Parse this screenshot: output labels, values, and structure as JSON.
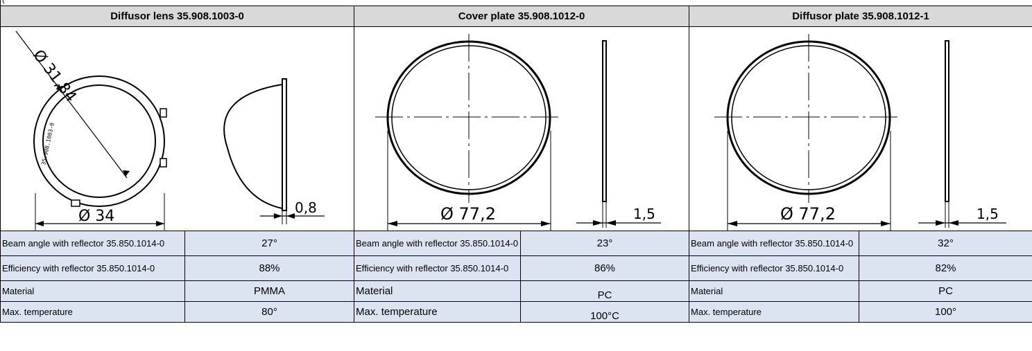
{
  "top_note": "(",
  "products": [
    {
      "title": "Diffusor lens 35.908.1003-0",
      "drawing": {
        "diameter_top": "Ø 31,84",
        "diameter_bottom": "Ø 34",
        "thickness": "0,8",
        "engraving": "35.908.1003-0"
      },
      "rows": [
        {
          "label": "Beam angle with reflector 35.850.1014-0",
          "value": "27°"
        },
        {
          "label": "Efficiency with reflector 35.850.1014-0",
          "value": "88%"
        },
        {
          "label": "Material",
          "value": "PMMA"
        },
        {
          "label": "Max. temperature",
          "value": "80°"
        }
      ]
    },
    {
      "title": "Cover plate 35.908.1012-0",
      "drawing": {
        "diameter": "Ø 77,2",
        "thickness": "1,5"
      },
      "rows": [
        {
          "label": "Beam angle with reflector 35.850.1014-0",
          "value": "23°"
        },
        {
          "label": "Efficiency with reflector 35.850.1014-0",
          "value": "86%"
        },
        {
          "label": "Material",
          "value": "PC"
        },
        {
          "label": "Max. temperature",
          "value": "100°C"
        }
      ]
    },
    {
      "title": "Diffusor plate 35.908.1012-1",
      "drawing": {
        "diameter": "Ø 77,2",
        "thickness": "1,5"
      },
      "rows": [
        {
          "label": "Beam angle with reflector 35.850.1014-0",
          "value": "32°"
        },
        {
          "label": "Efficiency with reflector 35.850.1014-0",
          "value": "82%"
        },
        {
          "label": "Material",
          "value": "PC"
        },
        {
          "label": "Max. temperature",
          "value": "100°"
        }
      ]
    }
  ],
  "colors": {
    "header_bg": "#d9d9d9",
    "row_bg": "#dbe4f0",
    "line": "#000000"
  }
}
